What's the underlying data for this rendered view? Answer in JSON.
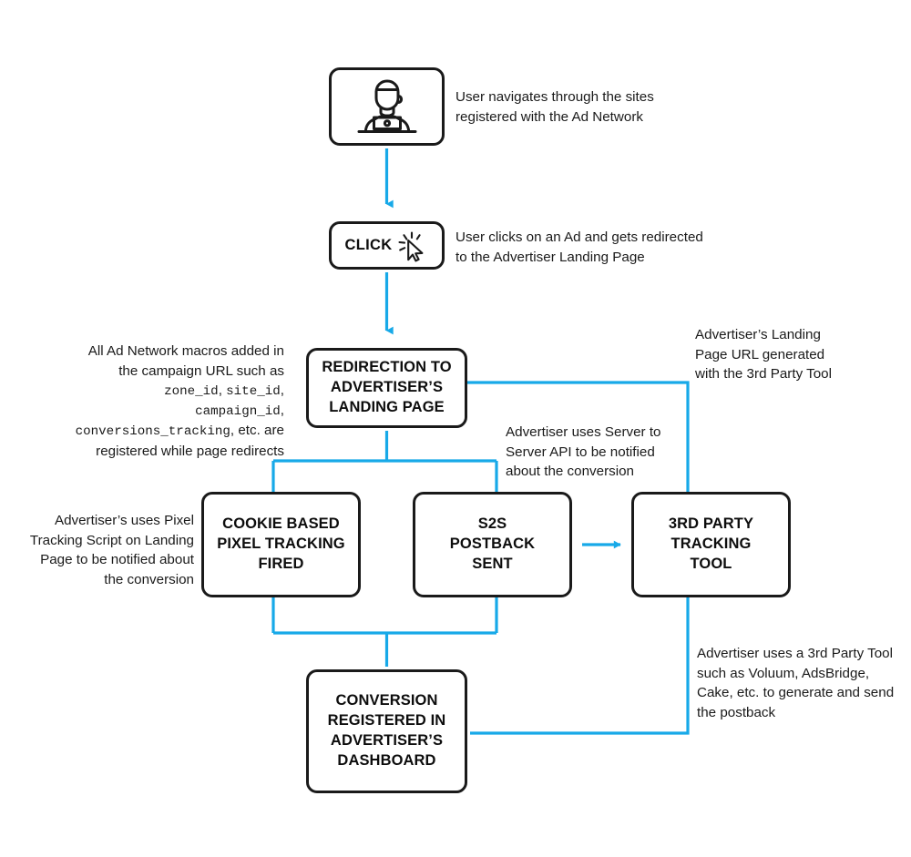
{
  "diagram": {
    "title": "Ad Network Conversion Tracking Flow",
    "accent_color": "#17A9E8",
    "line_color": "#1a1a1a",
    "background": "#ffffff"
  },
  "nodes": {
    "user": {
      "label": "",
      "icon": "person-at-laptop-icon"
    },
    "click": {
      "label": "CLICK",
      "icon": "mouse-cursor-click-icon"
    },
    "redirect": {
      "label": "REDIRECTION TO\nADVERTISER’S\nLANDING PAGE"
    },
    "cookie": {
      "label": "COOKIE BASED\nPIXEL TRACKING\nFIRED"
    },
    "s2s": {
      "label": "S2S\nPOSTBACK\nSENT"
    },
    "thirdparty": {
      "label": "3RD PARTY\nTRACKING\nTOOL"
    },
    "conversion": {
      "label": "CONVERSION\nREGISTERED IN\nADVERTISER’S\nDASHBOARD"
    }
  },
  "notes": {
    "user": "User navigates through the sites\nregistered with the Ad Network",
    "click": "User clicks on an Ad and gets redirected\nto the Advertiser Landing Page",
    "macros_line1": "All Ad Network macros added in",
    "macros_line2": "the campaign URL such as",
    "macros_mono1": "zone_id",
    "macros_sep1": ", ",
    "macros_mono2": "site_id",
    "macros_sep2": ", ",
    "macros_mono3": "campaign_id",
    "macros_sep3": ",",
    "macros_mono4": "conversions_tracking",
    "macros_tail": ", etc. are",
    "macros_line5": "registered while page redirects",
    "landing": "Advertiser’s Landing\nPage URL generated\nwith the 3rd Party Tool",
    "s2s": "Advertiser uses Server to\nServer API to be notified\nabout the conversion",
    "pixel": "Advertiser’s uses Pixel\nTracking Script on Landing\nPage to be notified about\nthe conversion",
    "postback": "Advertiser uses a 3rd Party Tool\nsuch as Voluum, AdsBridge,\nCake, etc. to generate and send\nthe postback"
  }
}
